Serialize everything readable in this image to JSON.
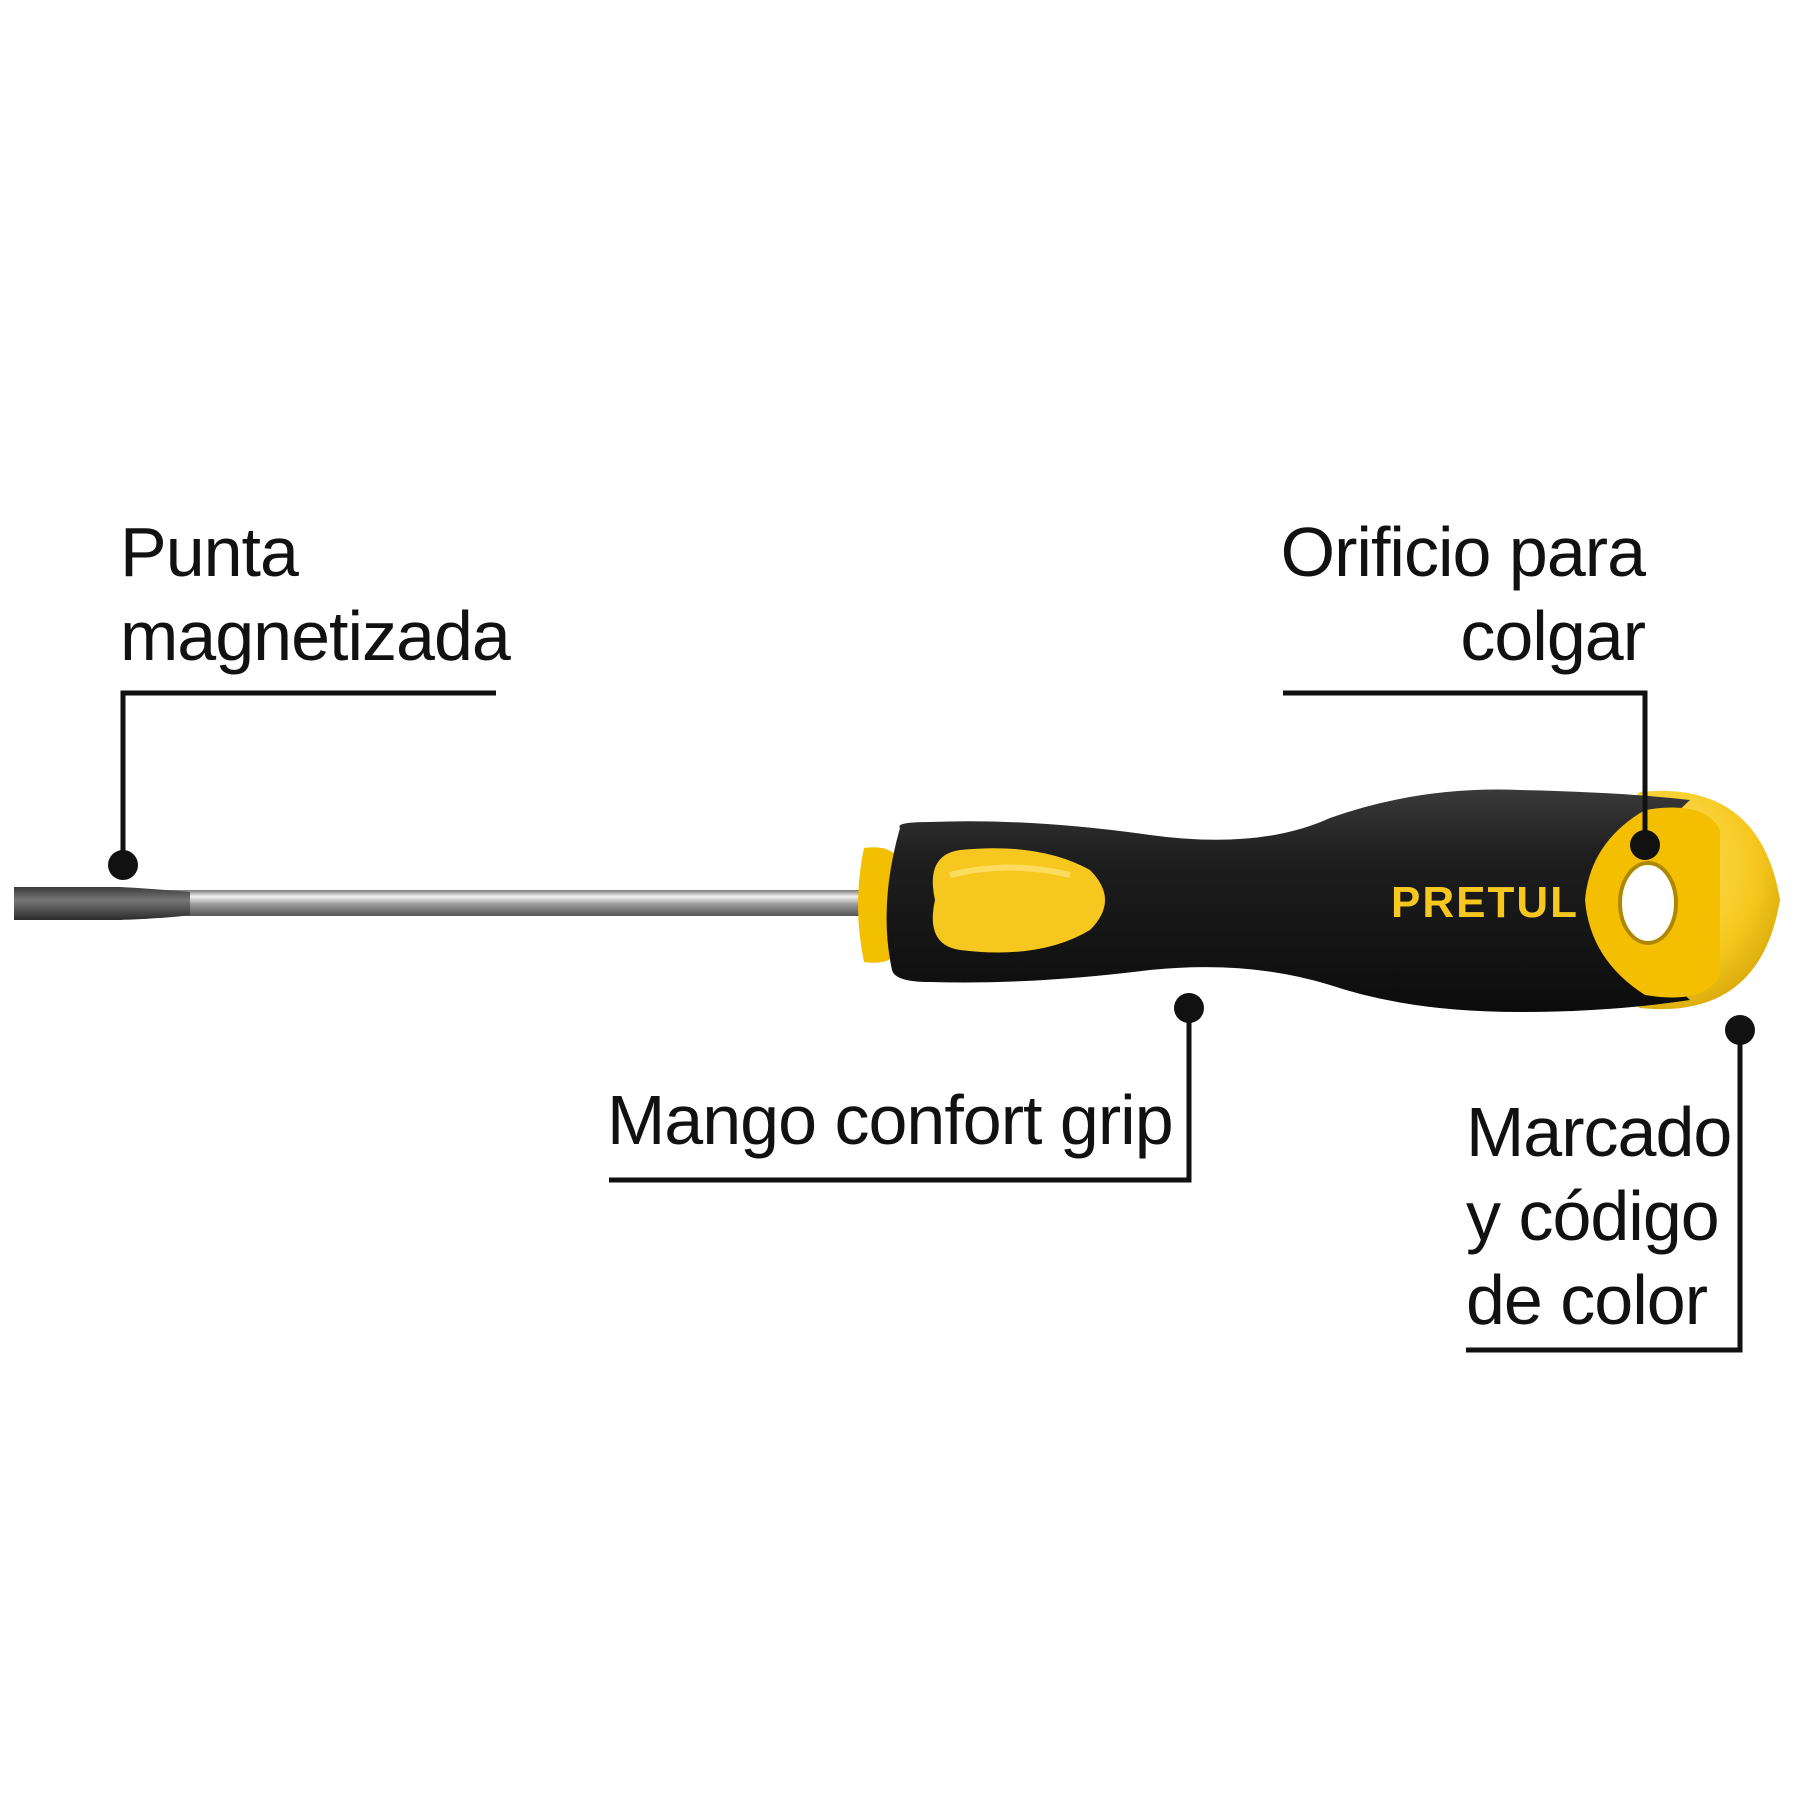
{
  "product": {
    "brand_logo": "PRETUL",
    "colors": {
      "handle_black": "#1b1b1b",
      "accent_yellow": "#f6c81f",
      "shaft_steel": "#bfbfbf",
      "callout_line": "#111111"
    }
  },
  "callouts": {
    "tip": {
      "line1": "Punta",
      "line2": "magnetizada"
    },
    "hole": {
      "line1": "Orificio para",
      "line2": "colgar"
    },
    "grip": {
      "line1": "Mango confort grip"
    },
    "marking": {
      "line1": "Marcado",
      "line2": "y código",
      "line3": "de color"
    }
  }
}
